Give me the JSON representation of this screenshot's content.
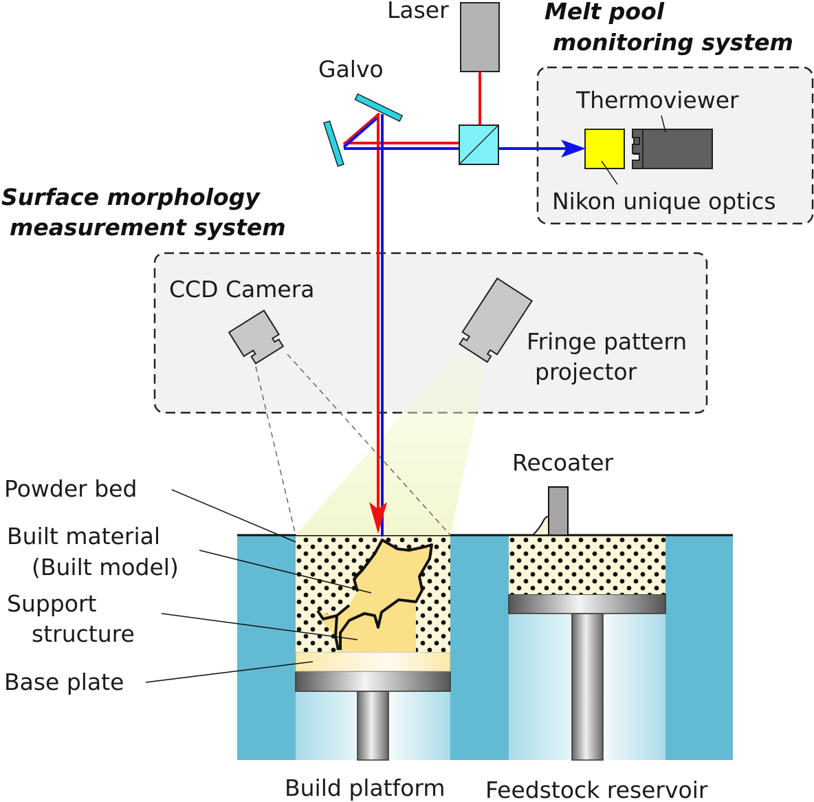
{
  "titles": {
    "melt_pool_line1": "Melt pool",
    "melt_pool_line2": "monitoring system",
    "surface_line1": "Surface morphology",
    "surface_line2": "measurement system"
  },
  "labels": {
    "laser": "Laser",
    "galvo": "Galvo",
    "thermoviewer": "Thermoviewer",
    "nikon_optics": "Nikon unique optics",
    "ccd_camera": "CCD Camera",
    "fringe_line1": "Fringe pattern",
    "fringe_line2": "projector",
    "recoater": "Recoater",
    "powder_bed": "Powder bed",
    "built_material_line1": "Built material",
    "built_material_line2": "(Built model)",
    "support_line1": "Support",
    "support_line2": "structure",
    "base_plate": "Base plate",
    "build_platform": "Build platform",
    "feedstock_reservoir": "Feedstock reservoir"
  },
  "colors": {
    "laser_beam": "#ee1111",
    "monitor_beam": "#1111ee",
    "machine_body": "#62bbd3",
    "powder": "#fdf6d8",
    "built_model": "#fbe08a",
    "box_fill": "#f2f2f2",
    "camera": "#c8c8c8",
    "thermoviewer": "#606060",
    "optics": "#ffff00",
    "mirror": "#2ad4e0"
  }
}
